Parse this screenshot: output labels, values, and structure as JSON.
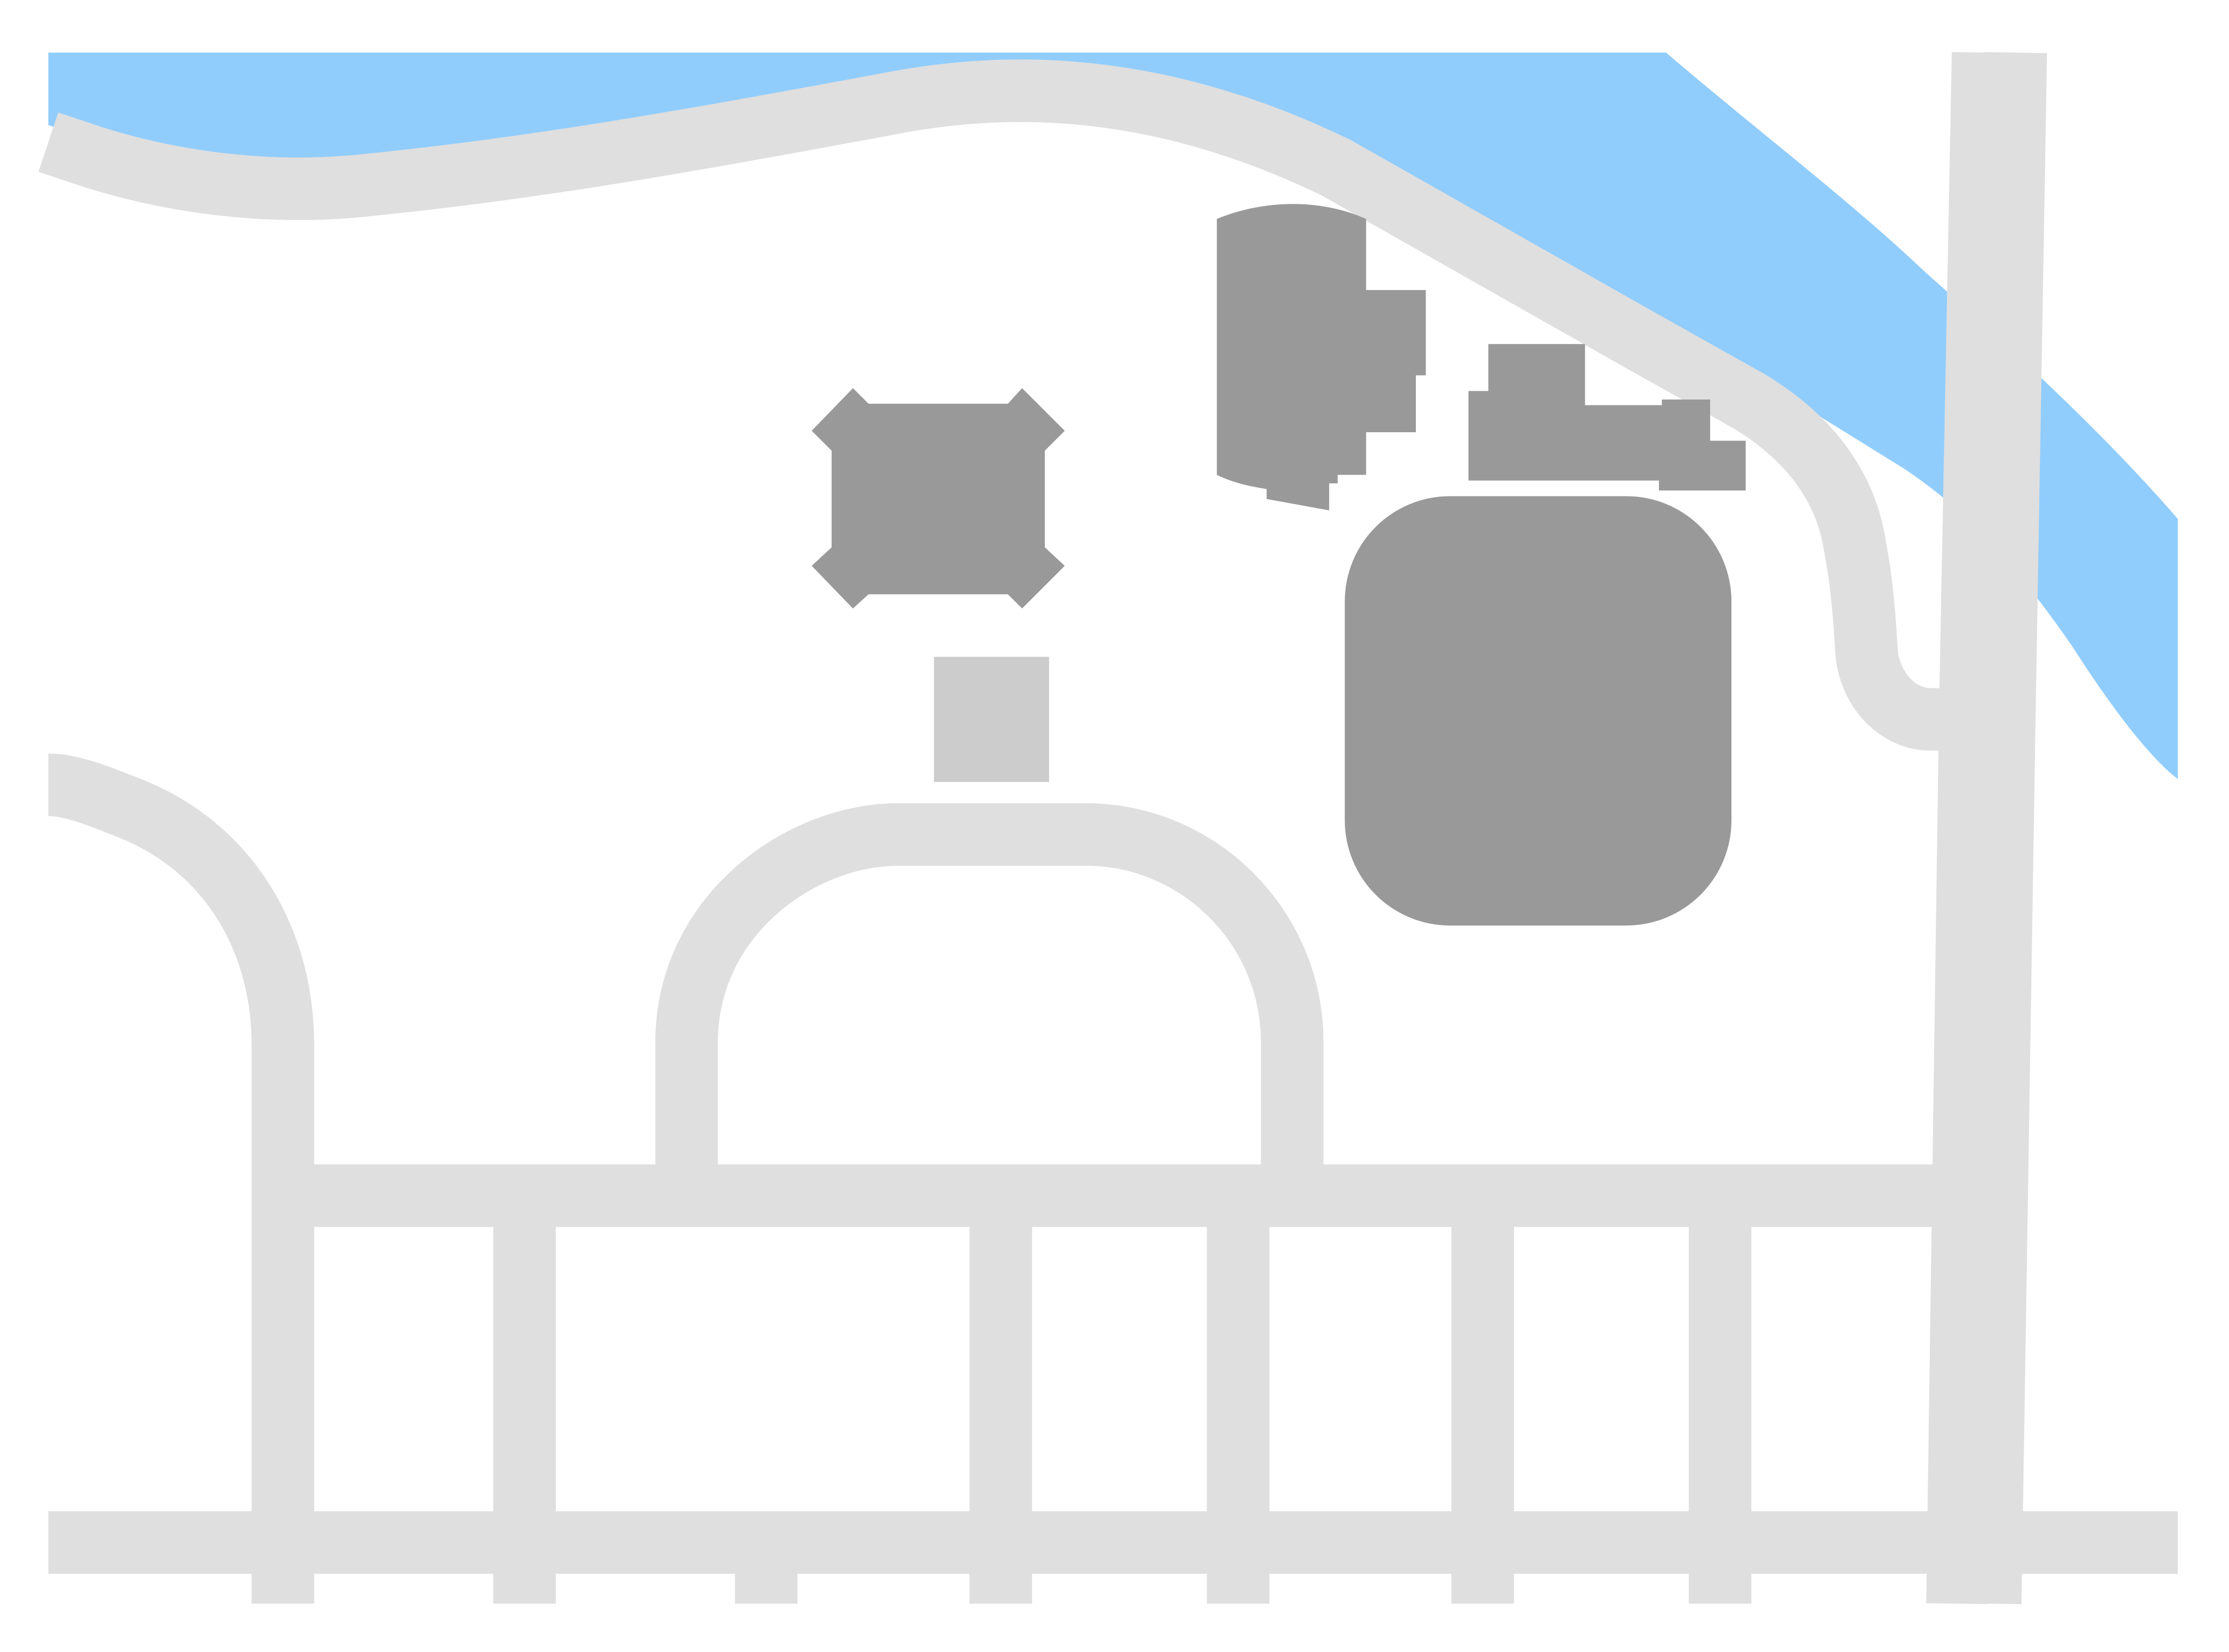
{
  "map": {
    "colors": {
      "background": "#ffffff",
      "water": "#91cdfc",
      "road": "#dfdfdf",
      "building": "#999999",
      "building_light": "#cccccc"
    },
    "layers": [
      "water",
      "roads",
      "buildings"
    ]
  }
}
